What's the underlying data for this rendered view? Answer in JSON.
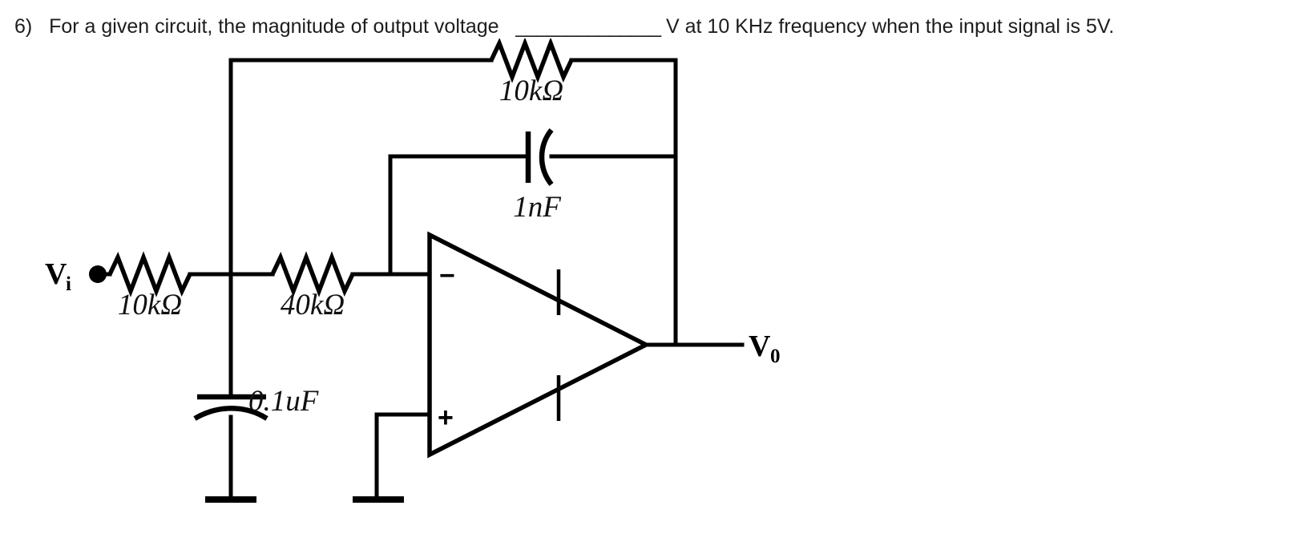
{
  "question": {
    "number": "6)",
    "text_before_blank": "For a given circuit, the magnitude of output voltage",
    "blank": "______________",
    "text_after_blank": "V at 10 KHz frequency when the input signal is 5V.",
    "full_text": "6)  For a given circuit, the magnitude of output voltage ______________V at 10 KHz frequency when the input signal is 5V.",
    "frequency": "10 KHz",
    "input_signal": "5V",
    "answer_unit": "V"
  },
  "circuit": {
    "title": "Inverting op-amp with RC input network and parallel RC feedback",
    "input_terminal_label": "V",
    "input_terminal_subscript": "i",
    "output_terminal_label": "V",
    "output_terminal_subscript": "0",
    "inverting_input_sign": "−",
    "noninverting_input_sign": "+",
    "components": [
      {
        "id": "r-input",
        "type": "resistor",
        "label": "10kΩ",
        "position": "series input after Vi"
      },
      {
        "id": "r-series",
        "type": "resistor",
        "label": "40kΩ",
        "position": "series to inverting input"
      },
      {
        "id": "c-shunt",
        "type": "capacitor",
        "label": "0.1uF",
        "position": "shunt to ground at mid node"
      },
      {
        "id": "r-feedback",
        "type": "resistor",
        "label": "10kΩ",
        "position": "feedback top branch"
      },
      {
        "id": "c-feedback",
        "type": "capacitor",
        "label": "1nF",
        "position": "feedback middle branch"
      }
    ],
    "labels": {
      "r_input": "10kΩ",
      "r_series": "40kΩ",
      "c_shunt": "0.1uF",
      "r_feedback": "10kΩ",
      "c_feedback": "1nF"
    },
    "ground_symbols": 2,
    "colors": {
      "wire": "#000000",
      "background": "#ffffff",
      "text": "#1d1d1d"
    }
  }
}
